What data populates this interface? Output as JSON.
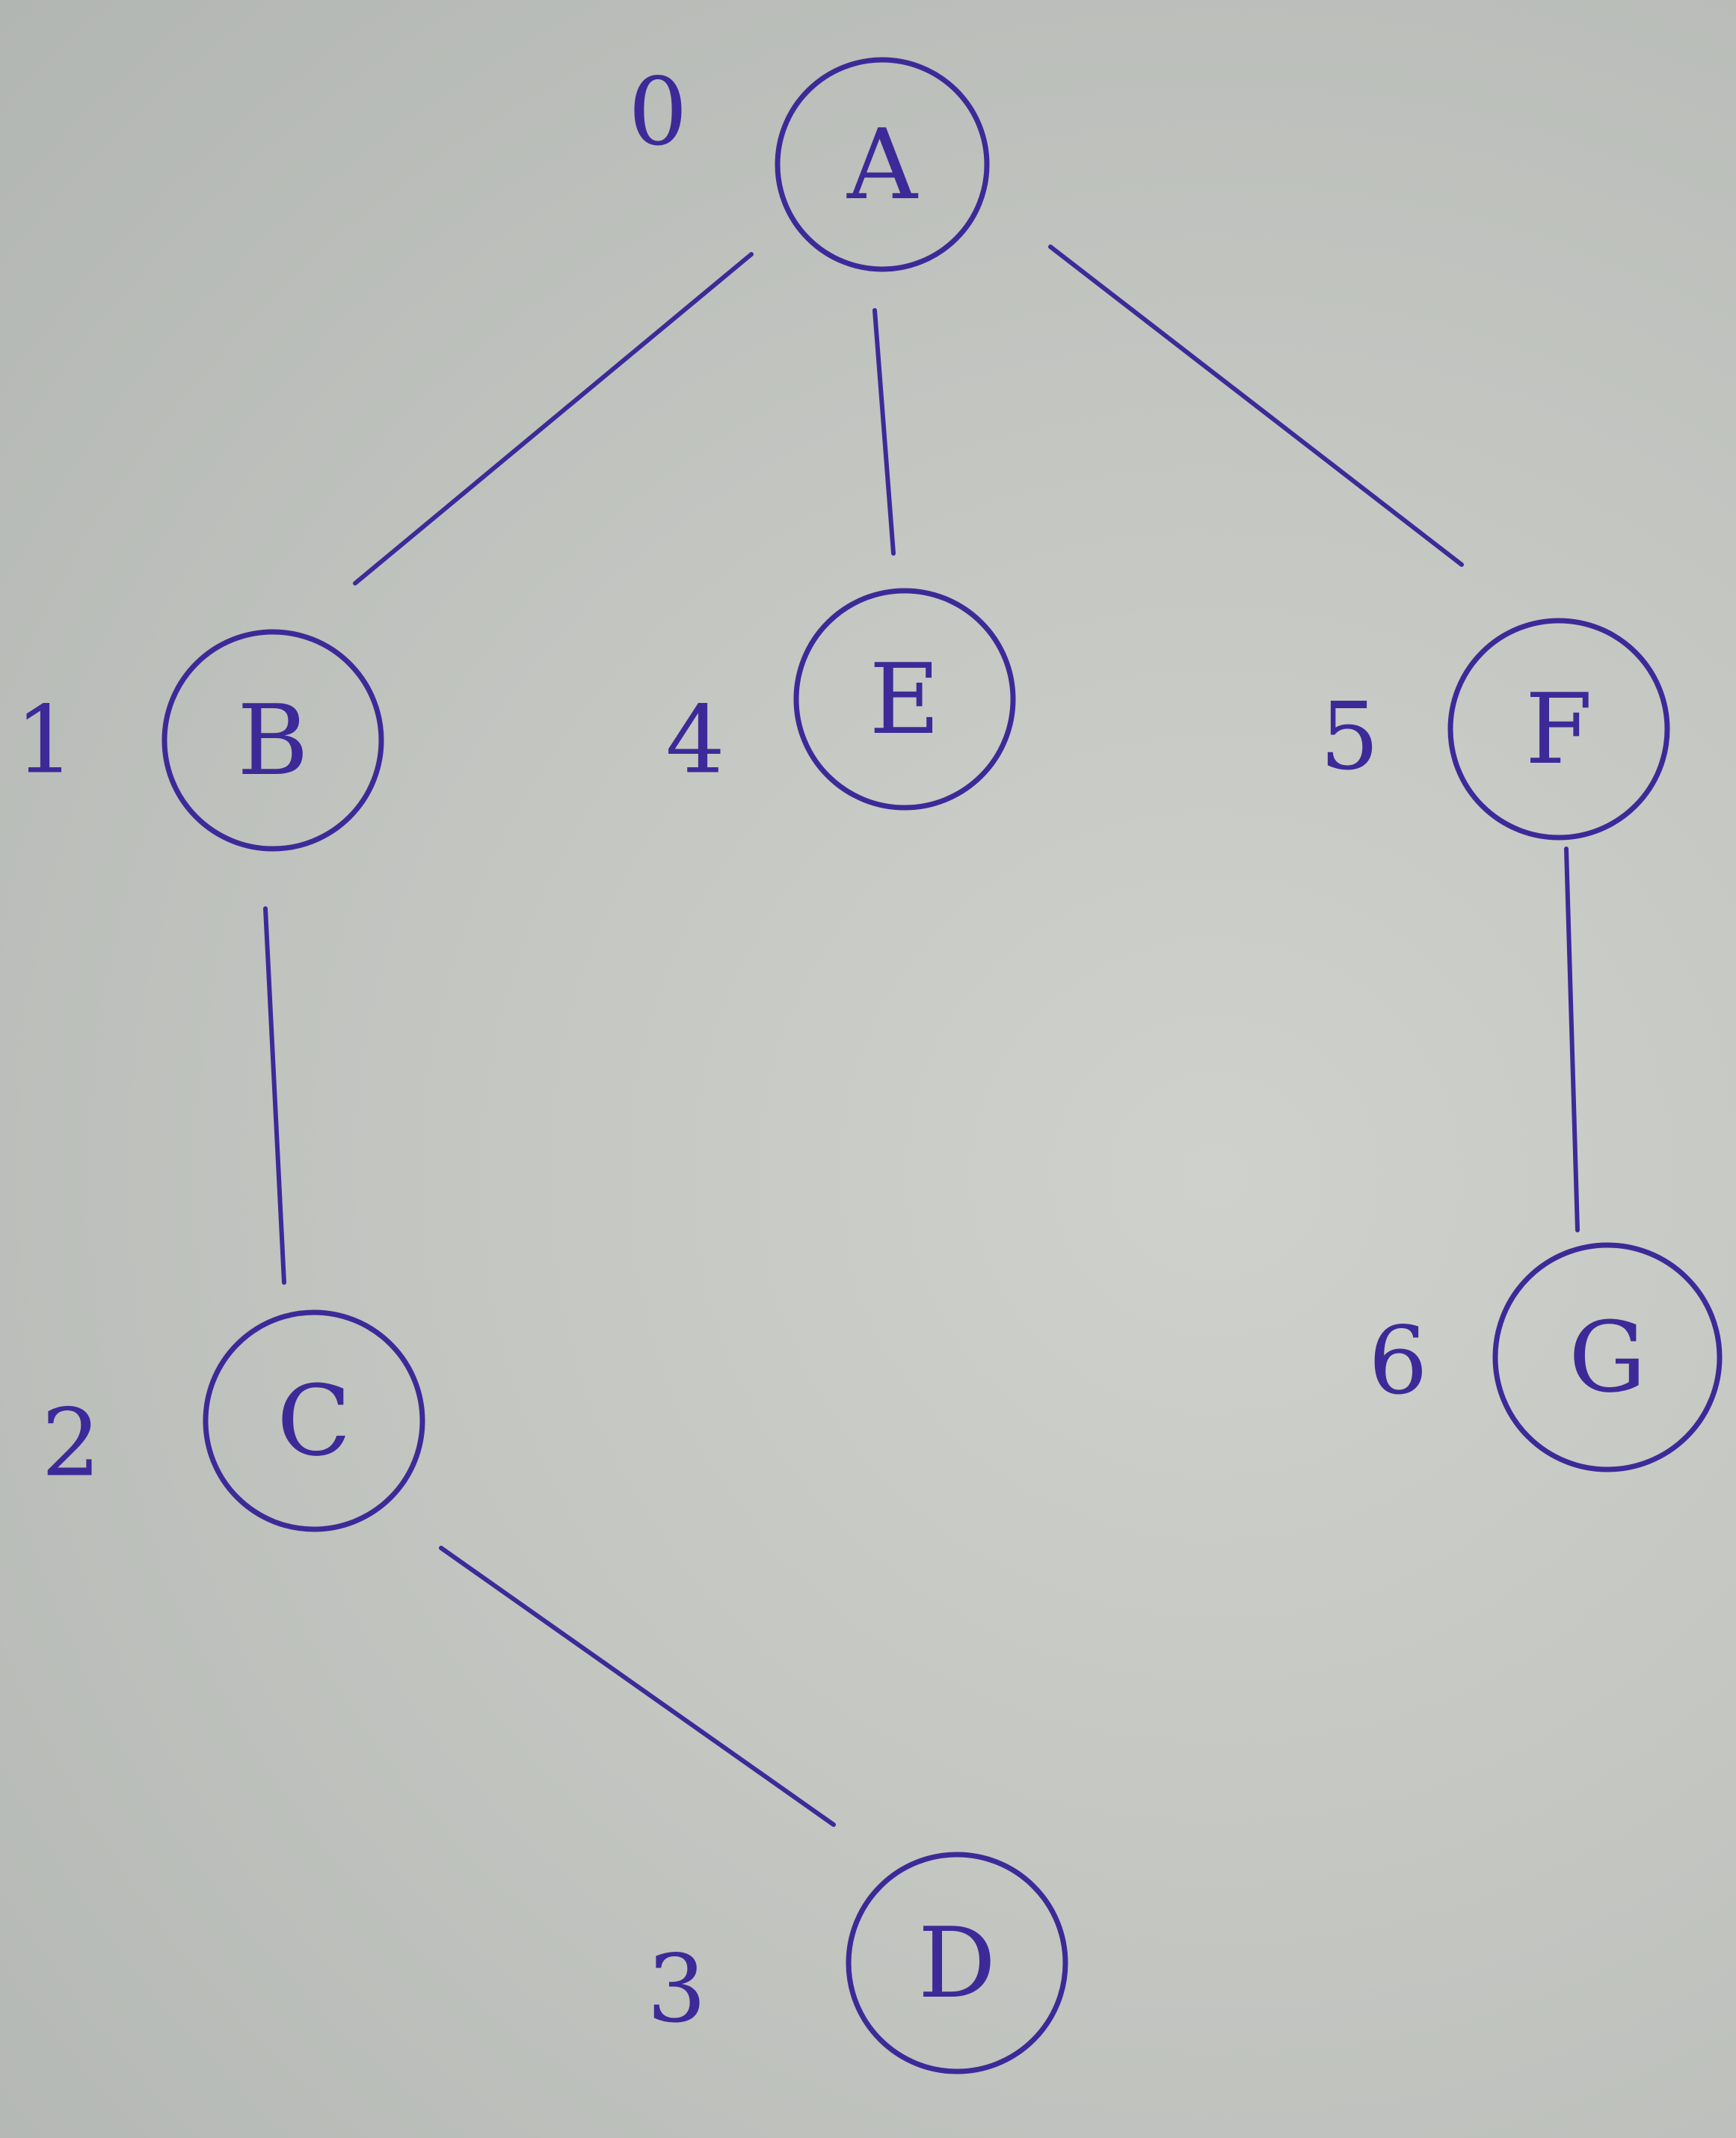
{
  "diagram": {
    "type": "tree",
    "ink_color": "#3d2a98",
    "nodes": [
      {
        "id": "A",
        "label": "A",
        "order": "0"
      },
      {
        "id": "B",
        "label": "B",
        "order": "1"
      },
      {
        "id": "C",
        "label": "C",
        "order": "2"
      },
      {
        "id": "D",
        "label": "D",
        "order": "3"
      },
      {
        "id": "E",
        "label": "E",
        "order": "4"
      },
      {
        "id": "F",
        "label": "F",
        "order": "5"
      },
      {
        "id": "G",
        "label": "G",
        "order": "6"
      }
    ],
    "edges": [
      {
        "from": "A",
        "to": "B"
      },
      {
        "from": "A",
        "to": "E"
      },
      {
        "from": "A",
        "to": "F"
      },
      {
        "from": "B",
        "to": "C"
      },
      {
        "from": "C",
        "to": "D"
      },
      {
        "from": "F",
        "to": "G"
      }
    ]
  }
}
